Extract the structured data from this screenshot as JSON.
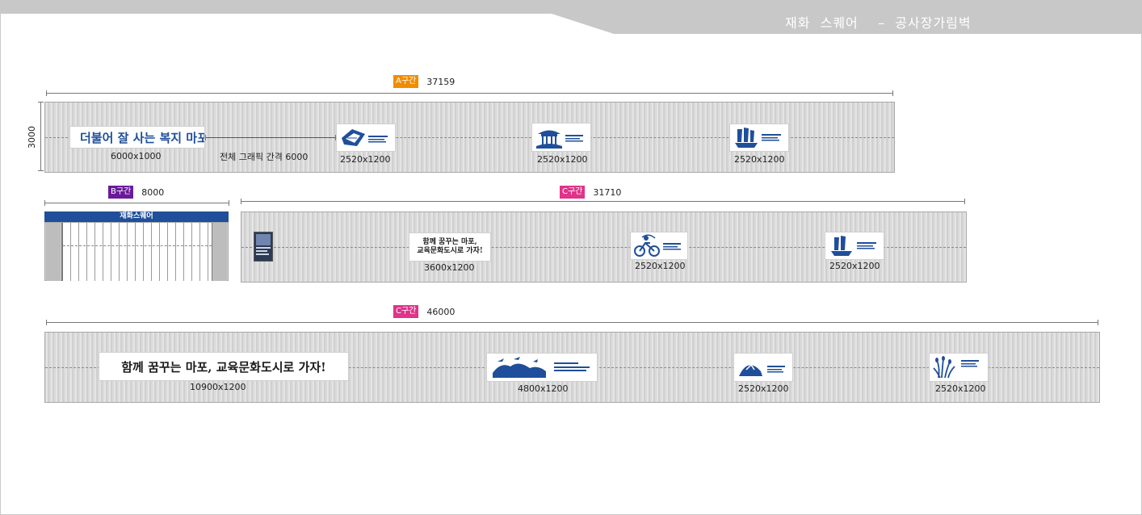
{
  "header": {
    "title": "재화  스퀘어    –  공사장가림벽",
    "band_color": "#c8c8c8"
  },
  "colors": {
    "badge_a": "#f08c00",
    "badge_b": "#6a1b9a",
    "badge_c": "#e0338a",
    "brand_blue": "#1f4f9a"
  },
  "height_dim": "3000",
  "section_a": {
    "badge": "A구간",
    "length": "37159",
    "mapo_banner_text": "더불어 잘 사는 복지 마포",
    "mapo_size": "6000x1000",
    "spacing_note": "전체 그래픽 간격 6000",
    "banners": [
      {
        "size": "2520x1200",
        "icon": "building-icon"
      },
      {
        "size": "2520x1200",
        "icon": "pavilion-icon"
      },
      {
        "size": "2520x1200",
        "icon": "ship-icon"
      }
    ]
  },
  "section_b": {
    "badge": "B구간",
    "length": "8000",
    "gate_title": "재화스퀘어"
  },
  "section_c1": {
    "badge": "C구간",
    "length": "31710",
    "slogan_line1": "함께 꿈꾸는 마포,",
    "slogan_line2": "교육문화도시로 가자!",
    "slogan_size": "3600x1200",
    "banners": [
      {
        "size": "2520x1200",
        "icon": "cyclist-icon"
      },
      {
        "size": "2520x1200",
        "icon": "ship-icon"
      }
    ]
  },
  "section_c2": {
    "badge": "C구간",
    "length": "46000",
    "slogan": "함께 꿈꾸는 마포, 교육문화도시로 가자!",
    "slogan_size": "10900x1200",
    "wide_banner_size": "4800x1200",
    "banners": [
      {
        "size": "2520x1200",
        "icon": "mountain-icon"
      },
      {
        "size": "2520x1200",
        "icon": "reeds-icon"
      }
    ]
  }
}
